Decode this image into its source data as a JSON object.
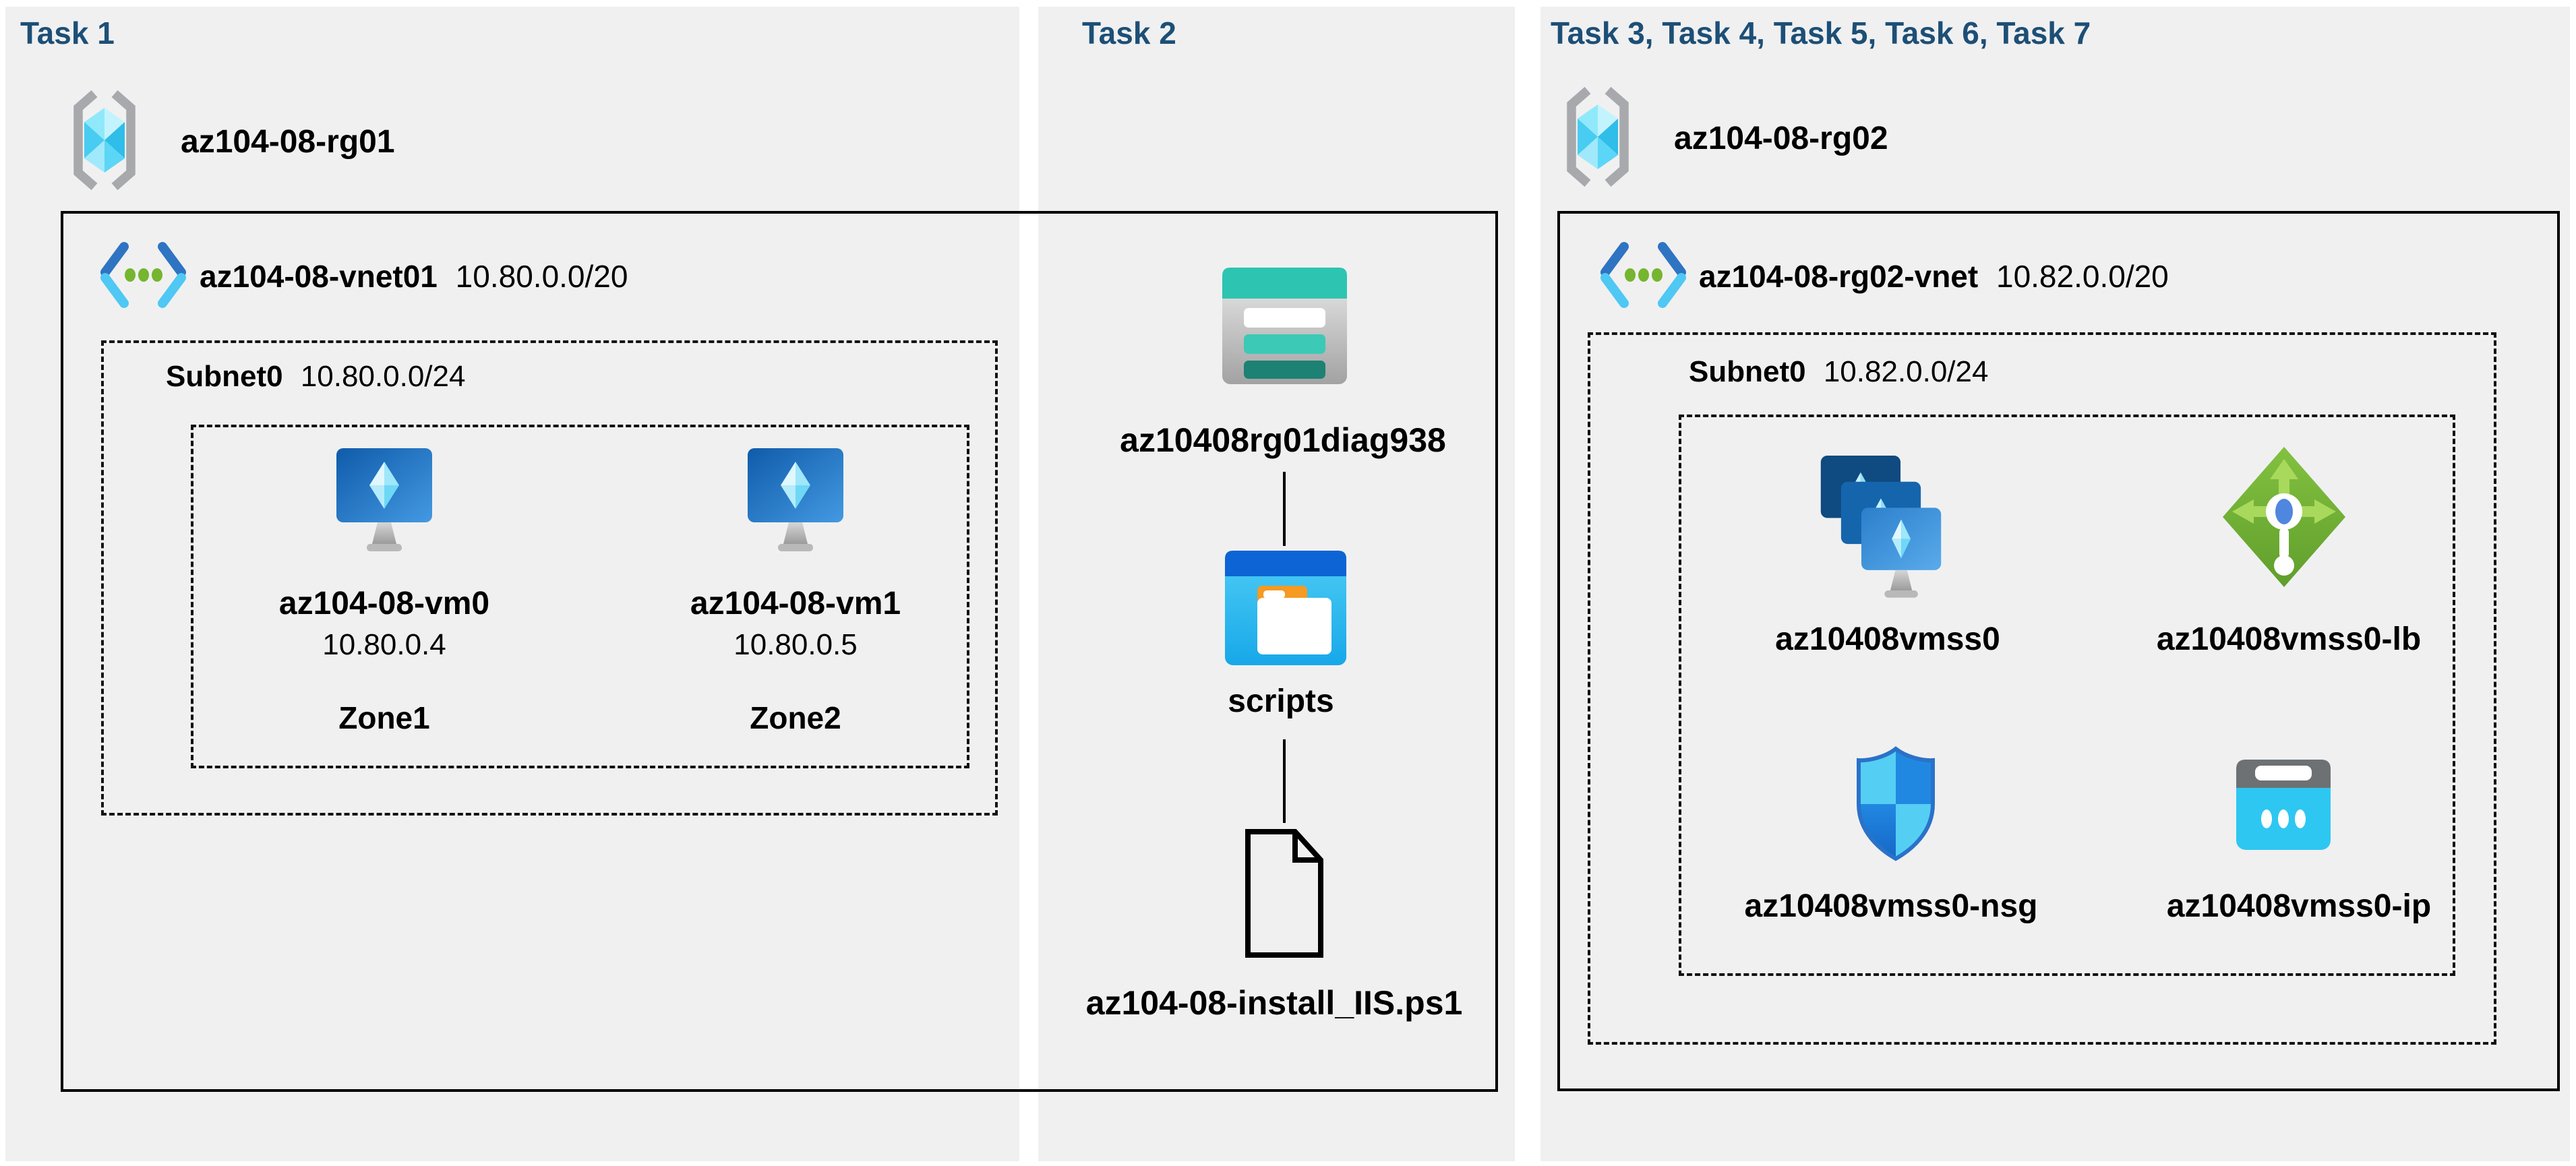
{
  "colors": {
    "heading_navy": "#1d4f76",
    "panel_gray": "#f0f0f1",
    "azure_blue": "#1565ad",
    "cyan": "#4fc8f4",
    "teal_storage": "#2ec4b2",
    "folder_blue": "#0c64d5",
    "lb_green": "#6fae35",
    "nsg_blue": "#2188e2",
    "ip_cyan": "#2ec7f2"
  },
  "panel1": {
    "heading": "Task 1",
    "resource_group": "az104-08-rg01",
    "vnet": {
      "name": "az104-08-vnet01",
      "cidr": "10.80.0.0/20"
    },
    "subnet": {
      "name": "Subnet0",
      "cidr": "10.80.0.0/24"
    },
    "vms": [
      {
        "name": "az104-08-vm0",
        "ip": "10.80.0.4",
        "zone": "Zone1"
      },
      {
        "name": "az104-08-vm1",
        "ip": "10.80.0.5",
        "zone": "Zone2"
      }
    ]
  },
  "panel2": {
    "heading": "Task 2",
    "storage_account": "az10408rg01diag938",
    "container": "scripts",
    "script_file": "az104-08-install_IIS.ps1"
  },
  "panel3": {
    "heading": "Task 3, Task 4, Task 5, Task 6, Task 7",
    "resource_group": "az104-08-rg02",
    "vnet": {
      "name": "az104-08-rg02-vnet",
      "cidr": "10.82.0.0/20"
    },
    "subnet": {
      "name": "Subnet0",
      "cidr": "10.82.0.0/24"
    },
    "resources": [
      {
        "name": "az10408vmss0",
        "type": "vm-scale-set"
      },
      {
        "name": "az10408vmss0-lb",
        "type": "load-balancer"
      },
      {
        "name": "az10408vmss0-nsg",
        "type": "network-security-group"
      },
      {
        "name": "az10408vmss0-ip",
        "type": "public-ip"
      }
    ]
  }
}
